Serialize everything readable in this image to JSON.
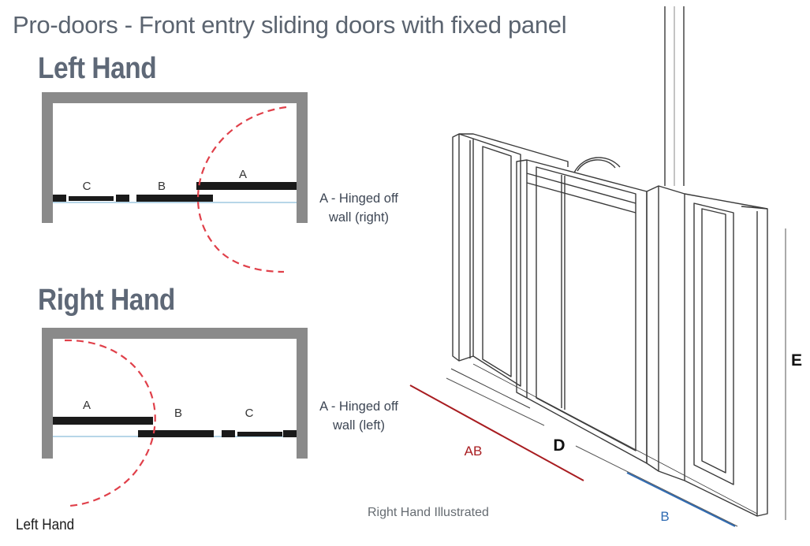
{
  "title": "Pro-doors - Front entry sliding doors with fixed panel",
  "left_hand": {
    "heading": "Left Hand",
    "labels": {
      "a": "A",
      "b": "B",
      "c": "C"
    },
    "note_line1": "A - Hinged off",
    "note_line2": "wall (right)"
  },
  "right_hand": {
    "heading": "Right Hand",
    "labels": {
      "a": "A",
      "b": "B",
      "c": "C"
    },
    "note_line1": "A - Hinged off",
    "note_line2": "wall (left)"
  },
  "bottom_left_label": "Left Hand",
  "illustration": {
    "caption": "Right Hand Illustrated",
    "dimension_labels": {
      "ab": "AB",
      "d": "D",
      "b": "B",
      "e": "E"
    }
  },
  "colors": {
    "wall": "#8a8a8a",
    "door": "#1a1a1a",
    "swing_arc": "#e0404a",
    "threshold": "#9fc9e0",
    "ab_line": "#a81c20",
    "b_line": "#2f6bb3",
    "drawing_line": "#3a3a3a"
  }
}
